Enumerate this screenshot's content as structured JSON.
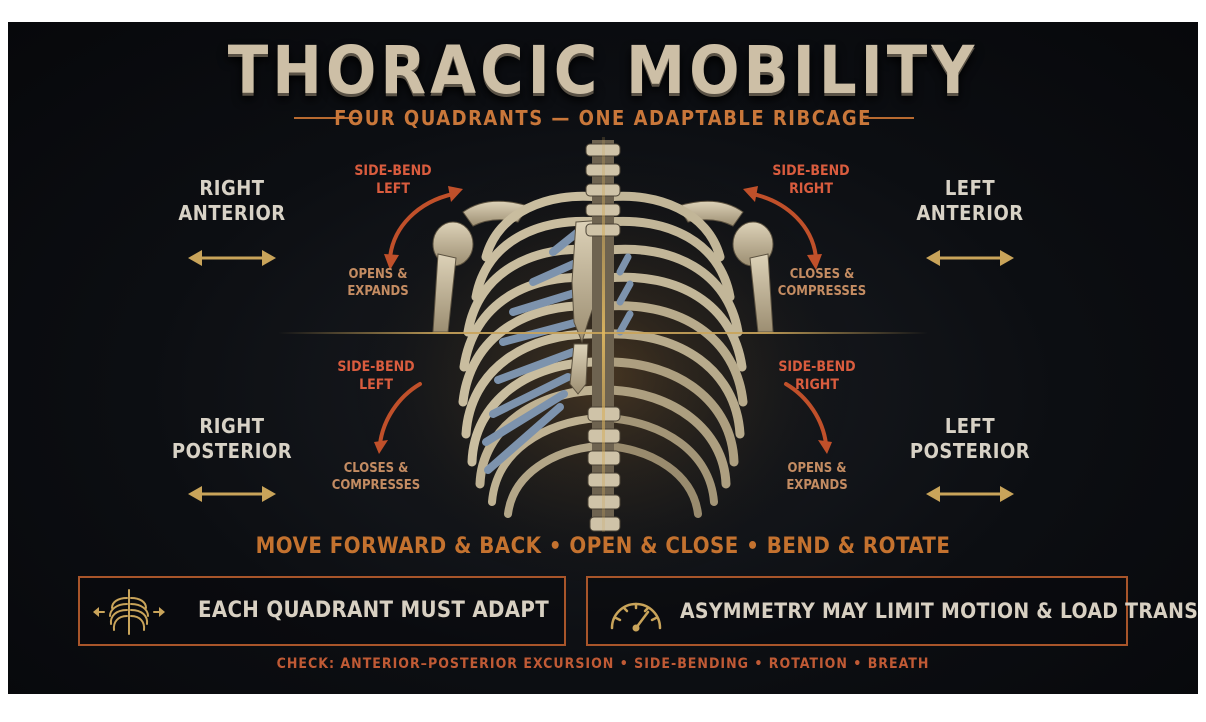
{
  "header": {
    "title": "THORACIC MOBILITY",
    "subtitle": "FOUR QUADRANTS — ONE ADAPTABLE RIBCAGE"
  },
  "quadrants": {
    "right_anterior": {
      "line1": "RIGHT",
      "line2": "ANTERIOR"
    },
    "left_anterior": {
      "line1": "LEFT",
      "line2": "ANTERIOR"
    },
    "right_posterior": {
      "line1": "RIGHT",
      "line2": "POSTERIOR"
    },
    "left_posterior": {
      "line1": "LEFT",
      "line2": "POSTERIOR"
    }
  },
  "annotations": {
    "upper_left": {
      "bend1": "SIDE-BEND",
      "bend2": "LEFT",
      "effect1": "OPENS &",
      "effect2": "EXPANDS"
    },
    "upper_right": {
      "bend1": "SIDE-BEND",
      "bend2": "RIGHT",
      "effect1": "CLOSES &",
      "effect2": "COMPRESSES"
    },
    "lower_left": {
      "bend1": "SIDE-BEND",
      "bend2": "LEFT",
      "effect1": "CLOSES &",
      "effect2": "COMPRESSES"
    },
    "lower_right": {
      "bend1": "SIDE-BEND",
      "bend2": "RIGHT",
      "effect1": "OPENS &",
      "effect2": "EXPANDS"
    }
  },
  "motion_line": "MOVE FORWARD & BACK • OPEN & CLOSE • BEND & ROTATE",
  "callouts": {
    "left": {
      "icon": "ribcage-arrows-icon",
      "text": "EACH QUADRANT MUST ADAPT"
    },
    "right": {
      "icon": "gauge-icon",
      "text": "ASYMMETRY MAY LIMIT MOTION & LOAD TRANSFER"
    }
  },
  "check_line": "CHECK: ANTERIOR–POSTERIOR EXCURSION • SIDE-BENDING • ROTATION • BREATH",
  "colors": {
    "accent": "#c4722f",
    "arrow_red": "#c0502a",
    "gold": "#c9a45a",
    "bone": "#cfc3a8",
    "cartilage_blue": "#7d93ad"
  }
}
